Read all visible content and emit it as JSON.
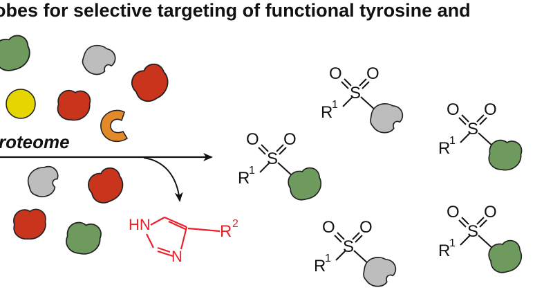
{
  "title": "obes for selective targeting of functional tyrosine and",
  "pool_label": "roteome",
  "leaving_group": {
    "nh": "HN",
    "n": "N",
    "r": "R",
    "r_sup": "2"
  },
  "sulfonyl": {
    "o": "O",
    "s": "S",
    "r": "R",
    "r_sup": "1"
  },
  "colors": {
    "ink": "#111111",
    "leaving_group": "#e8202a",
    "protein_green": "#6f9a5e",
    "protein_gray": "#bdbdbd",
    "protein_red": "#c8351c",
    "protein_orange": "#e2892a",
    "ball_yellow": "#e6d600"
  },
  "icons": [
    "green-protein-icon",
    "gray-protein-icon",
    "red-protein-icon",
    "orange-protein-icon",
    "yellow-ball-icon"
  ]
}
